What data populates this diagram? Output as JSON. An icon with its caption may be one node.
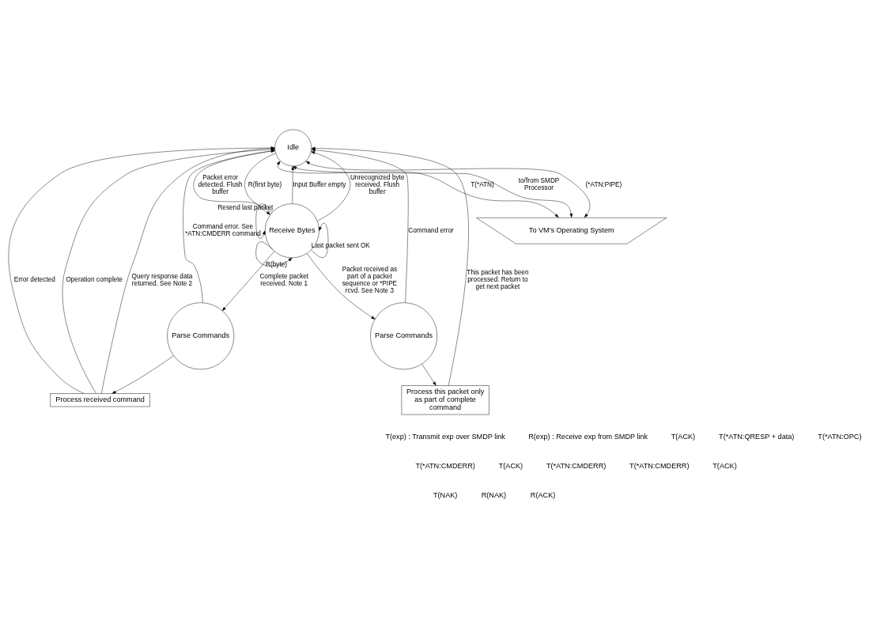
{
  "diagram": {
    "nodes": [
      {
        "text": [
          "Idle"
        ]
      },
      {
        "text": [
          "Receive Bytes"
        ]
      },
      {
        "text": [
          "Parse Commands"
        ]
      },
      {
        "text": [
          "Parse Commands"
        ]
      },
      {
        "text": [
          "Process received command"
        ]
      },
      {
        "text": [
          "Process this packet only as part of complete command"
        ]
      },
      {
        "text": [
          "To VM's Operating System"
        ]
      }
    ],
    "edges": [
      {
        "from": 0,
        "to": 1,
        "arrow": "to",
        "label": "R(first byte)"
      },
      {
        "from": 1,
        "to": 0,
        "arrow": "to",
        "label": "Input Buffer empty"
      },
      {
        "from": 1,
        "to": 0,
        "arrow": "to",
        "label": "Unrecognized byte received. Flush buffer"
      },
      {
        "from": 1,
        "to": 0,
        "arrow": "to",
        "label": "Packet error detected. Flush buffer"
      },
      {
        "from": 1,
        "to": 1,
        "arrow": "to",
        "label": "R(byte)"
      },
      {
        "from": 1,
        "to": 1,
        "arrow": "to",
        "label": "Last packet sent OK"
      },
      {
        "from": 1,
        "to": 1,
        "arrow": "to",
        "label": "Resend last packet"
      },
      {
        "from": 1,
        "to": 2,
        "arrow": "to",
        "label": "Complete packet received. Note 1"
      },
      {
        "from": 1,
        "to": 3,
        "arrow": "to",
        "label": "Packet received as part of a packet sequence or *PIPE rcvd. See Note 3"
      },
      {
        "from": 2,
        "to": 4,
        "arrow": "to"
      },
      {
        "from": 3,
        "to": 5,
        "arrow": "to"
      },
      {
        "from": 2,
        "to": 0,
        "arrow": "to",
        "label": "Command error. See *ATN:CMDERR command"
      },
      {
        "from": 3,
        "to": 0,
        "arrow": "to",
        "label": "Command error"
      },
      {
        "from": 4,
        "to": 0,
        "arrow": "to",
        "label": "Error detected"
      },
      {
        "from": 4,
        "to": 0,
        "arrow": "to",
        "label": "Operation complete"
      },
      {
        "from": 4,
        "to": 0,
        "arrow": "to",
        "label": "Query response data returned. See Note 2"
      },
      {
        "from": 5,
        "to": 0,
        "arrow": "to",
        "label": "This packet has been processed. Return to get next packet"
      },
      {
        "from": 0,
        "to": 6,
        "arrow": "both",
        "label": "T(*ATN)"
      },
      {
        "from": 6,
        "to": 0,
        "arrow": "both",
        "label": "to/from SMDP Processor"
      },
      {
        "from": 6,
        "to": 0,
        "arrow": "both",
        "label": "(*ATN:PIPE)"
      }
    ],
    "labels": [
      "T(exp) : Transmit exp over SMDP link",
      "R(exp) : Receive exp from SMDP link",
      "T(ACK)",
      "T(*ATN:QRESP + data)",
      "T(*ATN:OPC)",
      "T(*ATN:CMDERR)",
      "T(ACK)",
      "T(*ATN:CMDERR)",
      "T(*ATN:CMDERR)",
      "T(ACK)",
      "T(NAK)",
      "R(NAK)",
      "R(ACK)"
    ]
  }
}
